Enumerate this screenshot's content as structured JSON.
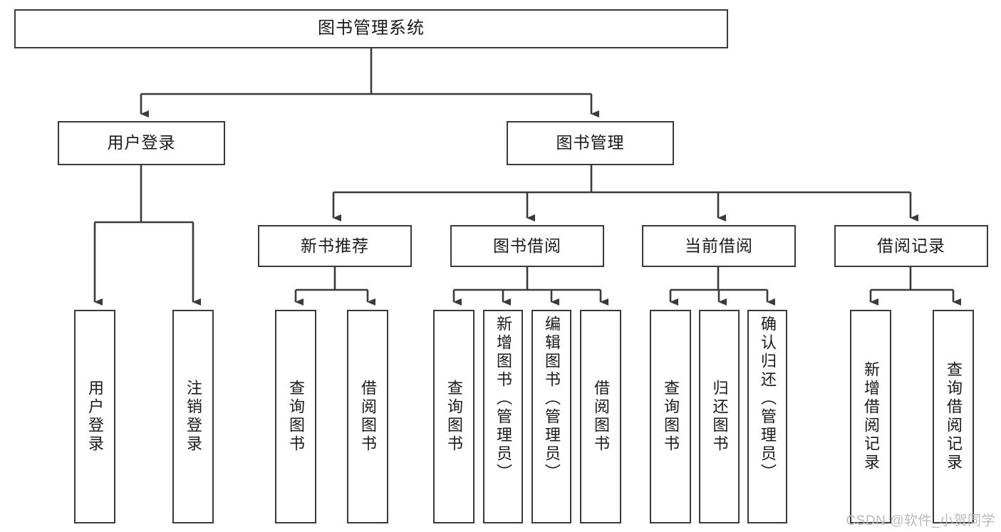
{
  "diagram": {
    "type": "tree-hierarchy-chart",
    "title": "图书管理系统",
    "orientation": "top-down",
    "colors": {
      "box_border": "#3a3a3a",
      "box_fill": "#ffffff",
      "connector": "#3a3a3a",
      "text": "#1a1a1a",
      "watermark": "#b9b9b9"
    },
    "root": {
      "label": "图书管理系统"
    },
    "level2": [
      {
        "label": "用户登录"
      },
      {
        "label": "图书管理"
      }
    ],
    "level3": [
      {
        "label": "新书推荐"
      },
      {
        "label": "图书借阅"
      },
      {
        "label": "当前借阅"
      },
      {
        "label": "借阅记录"
      }
    ],
    "leaves": {
      "user_login": [
        {
          "label": "用户登录"
        },
        {
          "label": "注销登录"
        }
      ],
      "new_book_recommend": [
        {
          "label": "查询图书"
        },
        {
          "label": "借阅图书"
        }
      ],
      "book_borrow": [
        {
          "label": "查询图书"
        },
        {
          "label": "新增图书（管理员）"
        },
        {
          "label": "编辑图书（管理员）"
        },
        {
          "label": "借阅图书"
        }
      ],
      "current_borrow": [
        {
          "label": "查询图书"
        },
        {
          "label": "归还图书"
        },
        {
          "label": "确认归还（管理员）"
        }
      ],
      "borrow_record": [
        {
          "label": "新增借阅记录"
        },
        {
          "label": "查询借阅记录"
        }
      ]
    }
  },
  "watermark": {
    "text": "CSDN @软件_小贺同学"
  }
}
